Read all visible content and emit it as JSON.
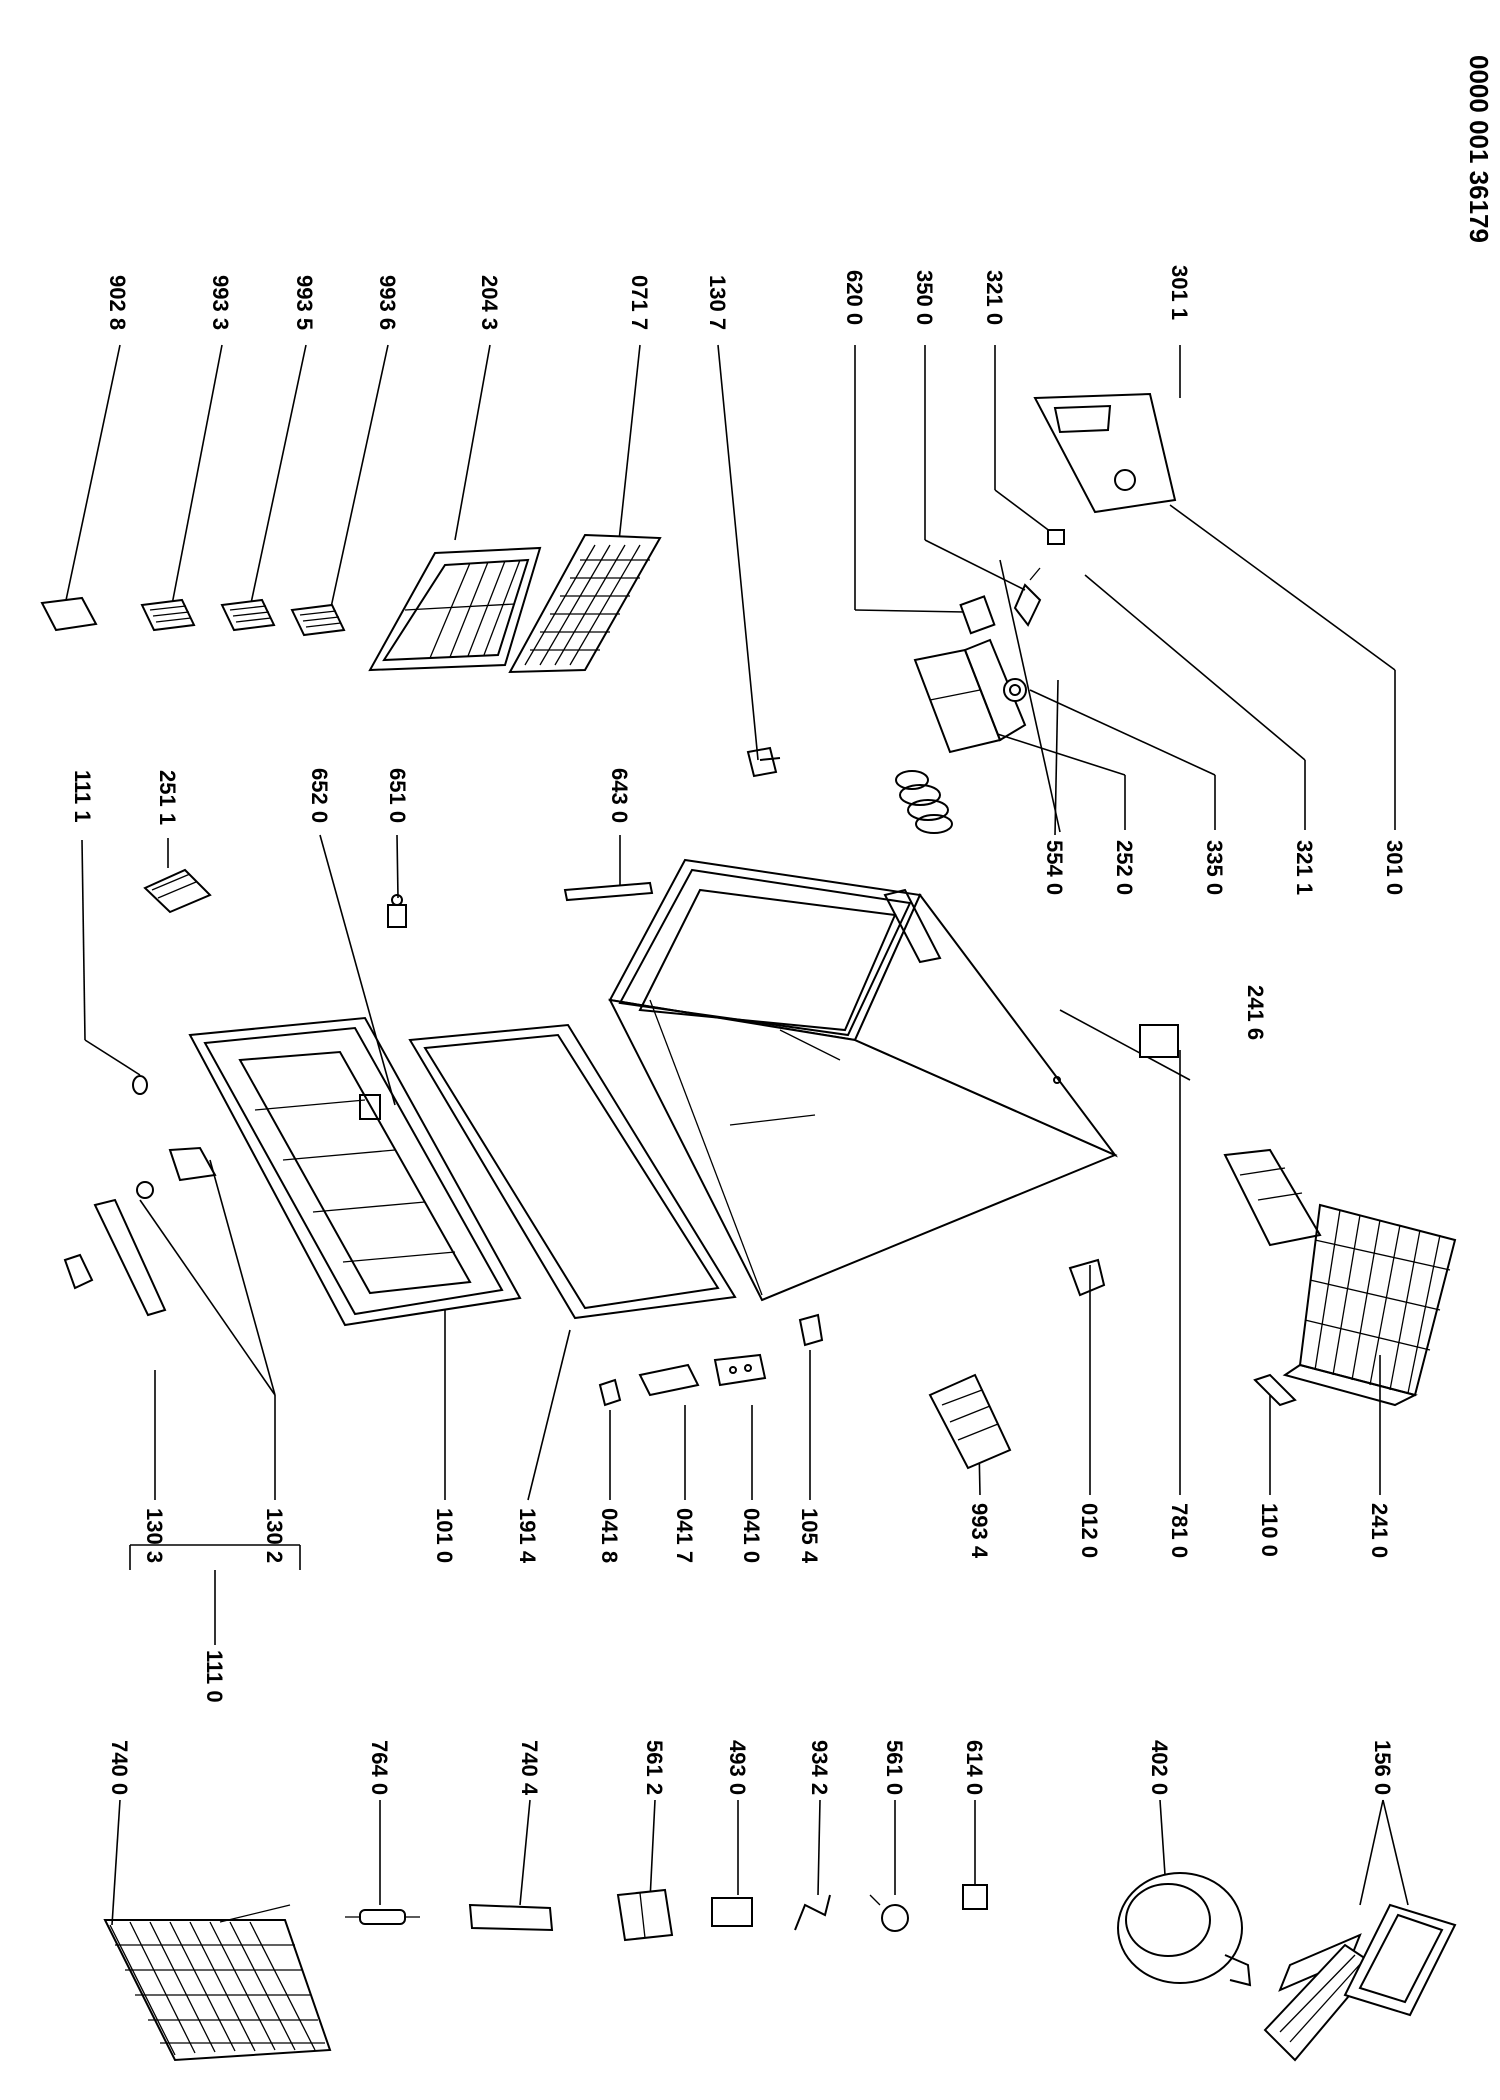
{
  "document_number": "0000 001 36179",
  "labels": {
    "l9028": "902 8",
    "l9933": "993 3",
    "l9935": "993 5",
    "l9936": "993 6",
    "l2043": "204 3",
    "l0717": "071 7",
    "l1307": "130 7",
    "l6200": "620 0",
    "l3500": "350 0",
    "l3210": "321 0",
    "l3011": "301 1",
    "l1111": "111 1",
    "l2511": "251 1",
    "l6520": "652 0",
    "l6510": "651 0",
    "l6430": "643 0",
    "l5540": "554 0",
    "l2520": "252 0",
    "l3350": "335 0",
    "l3211": "321 1",
    "l3010": "301 0",
    "l2416": "241 6",
    "l1303": "130 3",
    "l1302": "130 2",
    "l1110": "111 0",
    "l1010": "101 0",
    "l1914": "191 4",
    "l0418": "041 8",
    "l0417": "041 7",
    "l0410": "041 0",
    "l1054": "105 4",
    "l9934": "993 4",
    "l0120": "012 0",
    "l7810": "781 0",
    "l1100": "110 0",
    "l2410": "241 0",
    "l7400": "740 0",
    "l7640": "764 0",
    "l7404": "740 4",
    "l5612": "561 2",
    "l4930": "493 0",
    "l9342": "934 2",
    "l5610": "561 0",
    "l6140": "614 0",
    "l4020": "402 0",
    "l1560": "156 0"
  }
}
